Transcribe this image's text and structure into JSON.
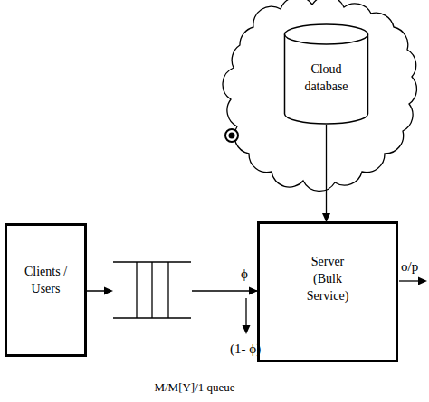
{
  "diagram": {
    "caption": "M/M[Y]/1 queue",
    "nodes": [
      {
        "text": [
          "Clients / Users"
        ]
      },
      {
        "text": [
          "Cloud database"
        ]
      },
      {
        "text": [
          "Server (Bulk Service)"
        ]
      }
    ],
    "edges": [
      {
        "from": 0,
        "to": 2,
        "arrow": "to"
      },
      {
        "from": 1,
        "to": 2,
        "arrow": "to"
      }
    ],
    "labels": [
      "ϕ",
      "(1- ϕ)",
      "o/p"
    ]
  }
}
